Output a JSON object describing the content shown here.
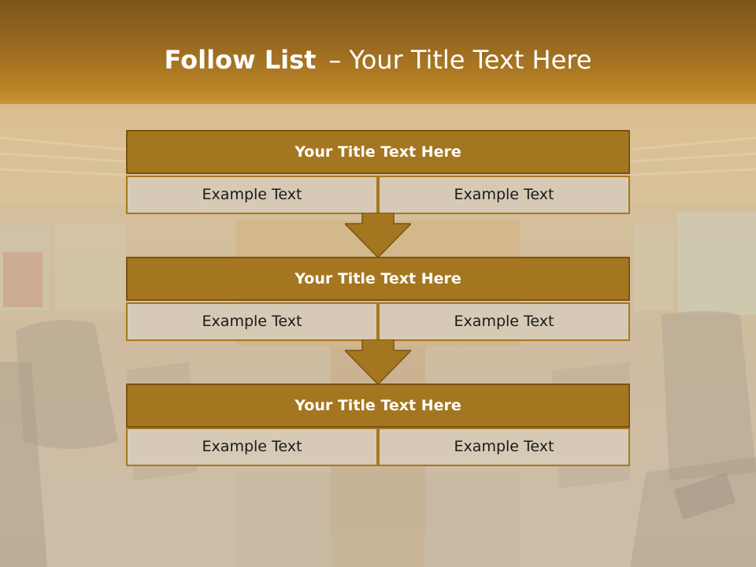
{
  "slide": {
    "title_bold": "Follow List",
    "title_separator": "–",
    "title_rest": "Your Title Text Here"
  },
  "blocks": [
    {
      "title": "Your Title Text Here",
      "left_text": "Example Text",
      "right_text": "Example Text"
    },
    {
      "title": "Your Title Text Here",
      "left_text": "Example Text",
      "right_text": "Example Text"
    },
    {
      "title": "Your Title Text Here",
      "left_text": "Example Text",
      "right_text": "Example Text"
    }
  ],
  "colors": {
    "header_fill": "#a4761f",
    "header_border": "#7a5412",
    "cell_fill": "#d6cab6",
    "arrow_fill": "#a4761f",
    "title_text": "#ffffff"
  }
}
